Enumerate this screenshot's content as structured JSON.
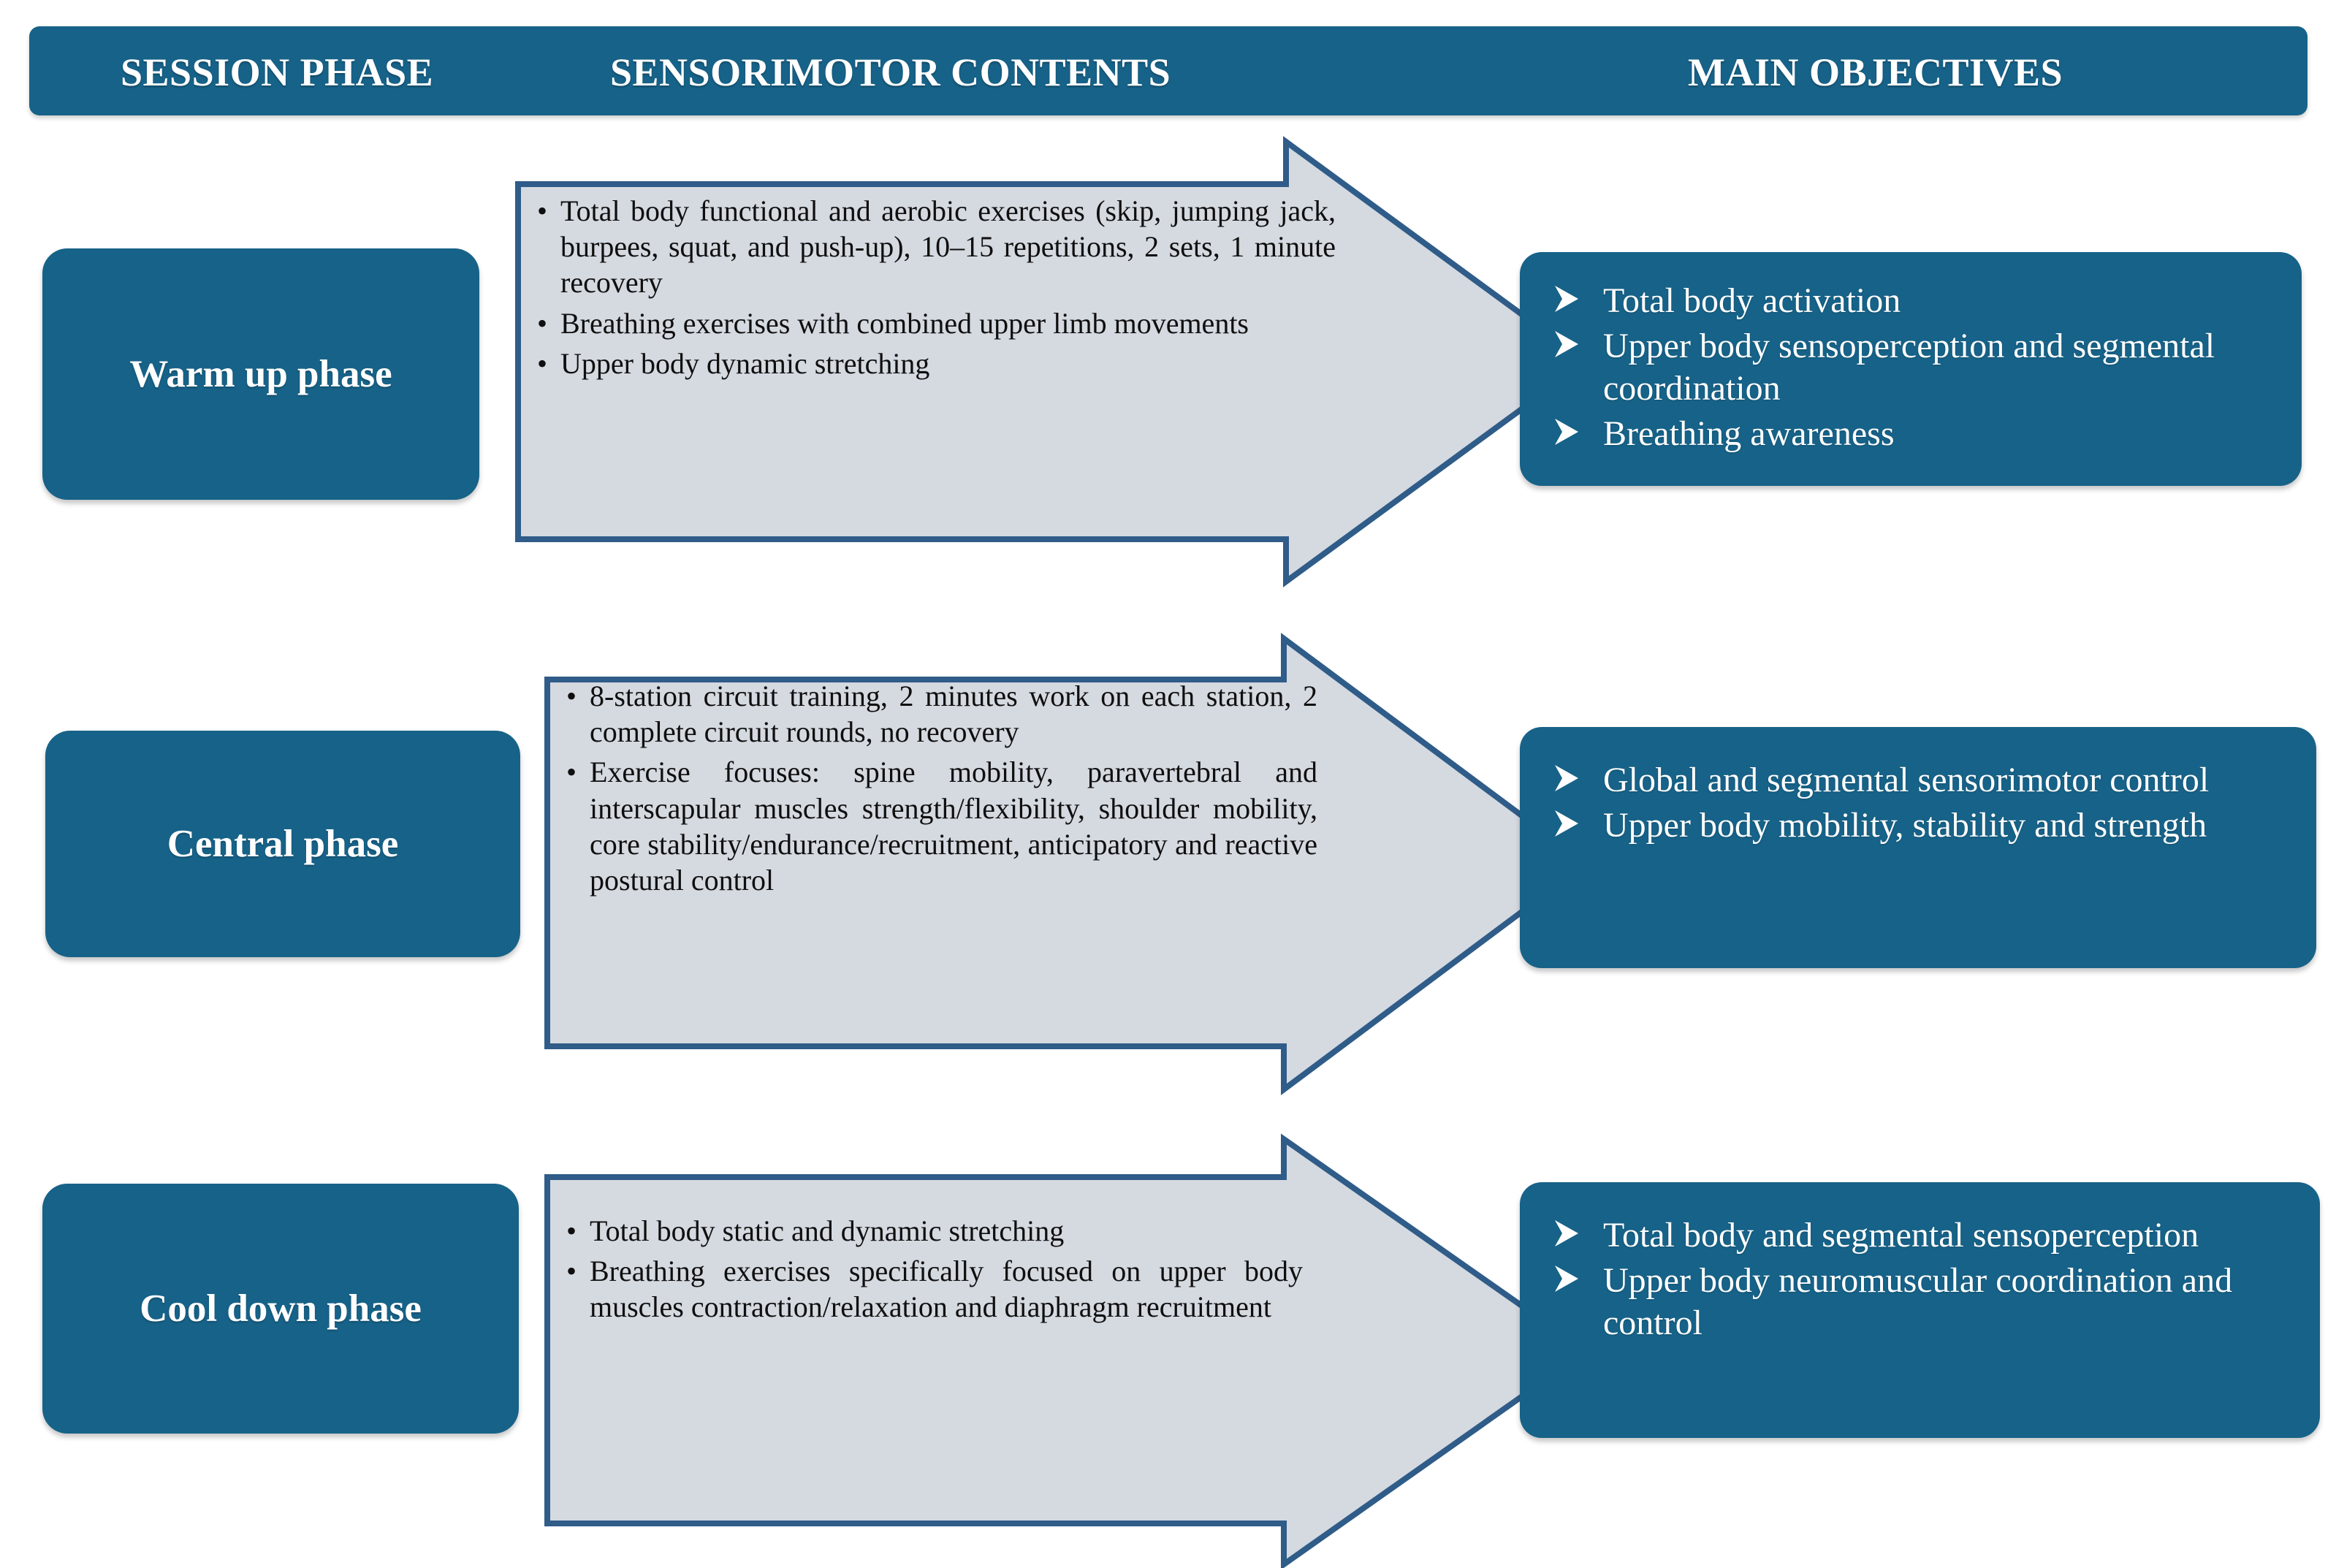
{
  "colors": {
    "teal": "#176288",
    "arrow_fill": "#d5d9e0",
    "arrow_stroke": "#2f5c88",
    "text_dark": "#0f0f0f",
    "text_light": "#ffffff"
  },
  "header": {
    "columns": [
      "SESSION PHASE",
      "SENSORIMOTOR CONTENTS",
      "MAIN OBJECTIVES"
    ]
  },
  "rows": [
    {
      "phase": "Warm up phase",
      "contents": [
        "Total body functional and aerobic exercises (skip, jumping jack, burpees, squat, and push-up), 10–15 repetitions, 2 sets, 1 minute recovery",
        "Breathing exercises with combined upper limb movements",
        "Upper body dynamic stretching"
      ],
      "objectives": [
        "Total body activation",
        "Upper body sensoperception and segmental coordination",
        "Breathing awareness"
      ]
    },
    {
      "phase": "Central phase",
      "contents": [
        "8-station circuit training, 2 minutes work on each station, 2 complete circuit rounds, no recovery",
        "Exercise focuses: spine mobility, paravertebral and interscapular muscles strength/flexibility, shoulder mobility, core stability/endurance/recruitment, anticipatory and reactive postural control"
      ],
      "objectives": [
        "Global and segmental sensorimotor control",
        "Upper body mobility, stability and strength"
      ]
    },
    {
      "phase": "Cool down phase",
      "contents": [
        "Total body static and dynamic stretching",
        "Breathing exercises specifically focused on upper body muscles contraction/relaxation and diaphragm recruitment"
      ],
      "objectives": [
        "Total body and segmental sensoperception",
        "Upper body neuromuscular coordination and control"
      ]
    }
  ],
  "icons": {
    "bullet": "•",
    "objective_marker": "arrowhead-bullet-icon"
  }
}
